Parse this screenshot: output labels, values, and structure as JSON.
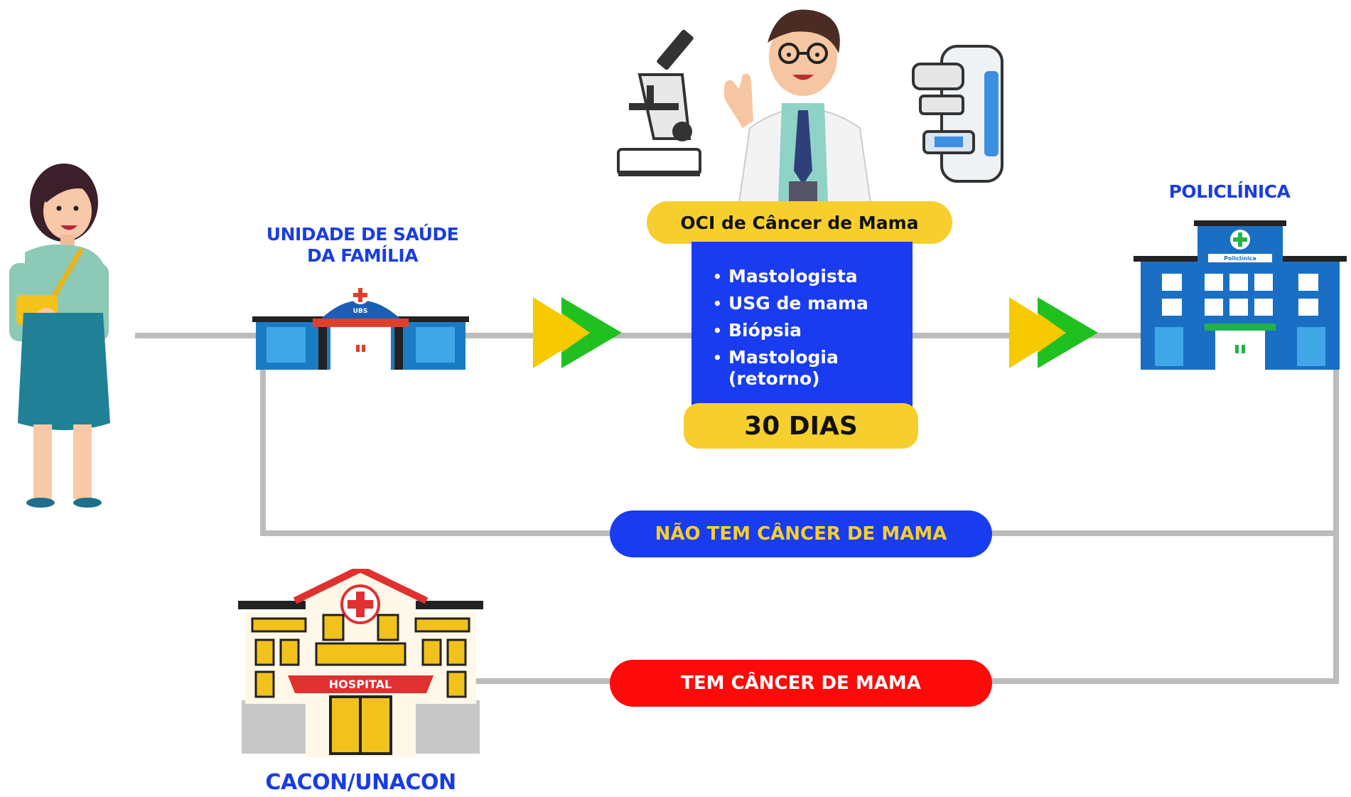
{
  "patient": {
    "icon": "woman-patient-icon"
  },
  "ubs": {
    "title_line1": "UNIDADE DE SAÚDE",
    "title_line2": "DA FAMÍLIA",
    "sign": "UBS",
    "icon": "clinic-building-icon"
  },
  "oci": {
    "title": "OCI de Câncer de Mama",
    "items": [
      "Mastologista",
      "USG de mama",
      "Biópsia",
      "Mastologia (retorno)"
    ],
    "deadline": "30 DIAS",
    "illustrations": [
      "microscope-icon",
      "doctor-icon",
      "mammography-machine-icon"
    ]
  },
  "policlinica": {
    "title": "POLICLÍNICA",
    "sign": "Policlínica",
    "icon": "hospital-building-icon"
  },
  "outcomes": {
    "no_cancer": "NÃO TEM CÂNCER DE MAMA",
    "cancer": "TEM CÂNCER DE MAMA"
  },
  "hospital": {
    "sign": "HOSPITAL",
    "caption": "CACON/UNACON",
    "icon": "hospital-icon"
  },
  "colors": {
    "blue": "#1a3cf0",
    "yellow": "#f6cf2e",
    "red": "#ff0a0a",
    "green": "#1ec21e",
    "line": "#bcbcbc"
  }
}
